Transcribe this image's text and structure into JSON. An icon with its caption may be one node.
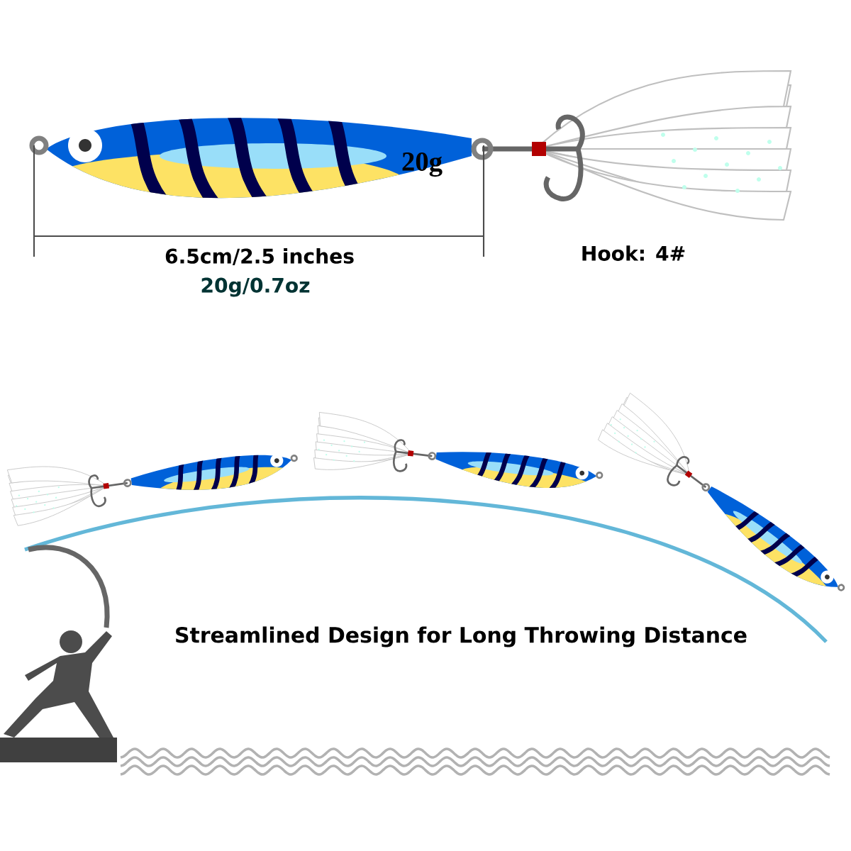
{
  "diagram": {
    "labels": [
      "20g",
      "6.5cm/2.5 inches",
      "20g/0.7oz",
      "Hook:  4#",
      "Streamlined Design for Long Throwing Distance"
    ]
  }
}
